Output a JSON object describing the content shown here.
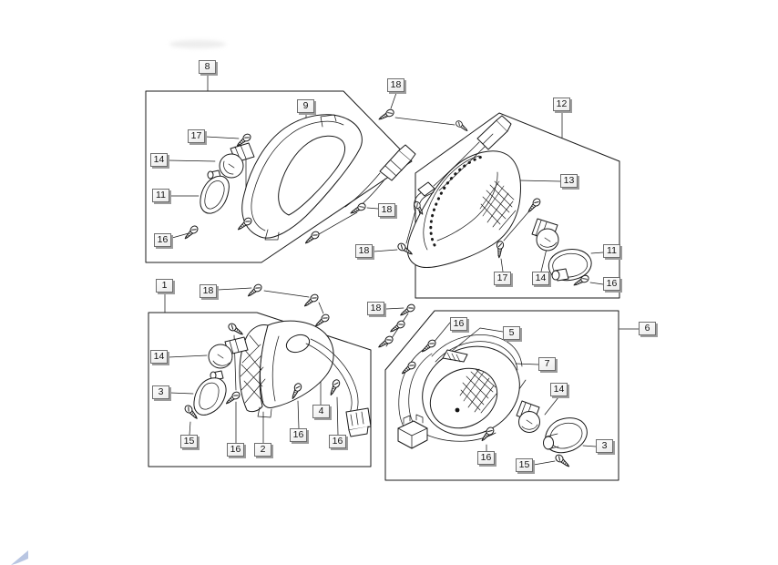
{
  "diagram": {
    "type": "exploded-parts-diagram",
    "subject": "turn signal indicator lamp assemblies",
    "background_color": "#ffffff",
    "line_color": "#1a1a1a",
    "callout_bg": "#ececec",
    "callout_border": "#6e6e6e",
    "callout_shadow": "#9c9c9c",
    "watermark_color": "#b9c6e2",
    "groups": [
      {
        "box_label": "8",
        "contains": [
          "9",
          "17",
          "14",
          "11",
          "16"
        ]
      },
      {
        "box_label": "12",
        "contains": [
          "13",
          "17",
          "14",
          "11",
          "16"
        ]
      },
      {
        "box_label": "1",
        "contains": [
          "18",
          "14",
          "3",
          "15",
          "16",
          "2",
          "4"
        ]
      },
      {
        "box_label": "6",
        "contains": [
          "16",
          "5",
          "7",
          "14",
          "3",
          "15"
        ]
      },
      {
        "box_label": null,
        "loose_fasteners": [
          "18",
          "18",
          "18",
          "18",
          "18"
        ]
      }
    ]
  },
  "labels": [
    {
      "text": "8"
    },
    {
      "text": "18"
    },
    {
      "text": "9"
    },
    {
      "text": "12"
    },
    {
      "text": "17"
    },
    {
      "text": "14"
    },
    {
      "text": "13"
    },
    {
      "text": "11"
    },
    {
      "text": "18"
    },
    {
      "text": "16"
    },
    {
      "text": "18"
    },
    {
      "text": "11"
    },
    {
      "text": "17"
    },
    {
      "text": "14"
    },
    {
      "text": "16"
    },
    {
      "text": "1"
    },
    {
      "text": "18"
    },
    {
      "text": "18"
    },
    {
      "text": "16"
    },
    {
      "text": "6"
    },
    {
      "text": "5"
    },
    {
      "text": "14"
    },
    {
      "text": "7"
    },
    {
      "text": "14"
    },
    {
      "text": "3"
    },
    {
      "text": "4"
    },
    {
      "text": "16"
    },
    {
      "text": "15"
    },
    {
      "text": "16"
    },
    {
      "text": "3"
    },
    {
      "text": "16"
    },
    {
      "text": "2"
    },
    {
      "text": "16"
    },
    {
      "text": "15"
    }
  ]
}
